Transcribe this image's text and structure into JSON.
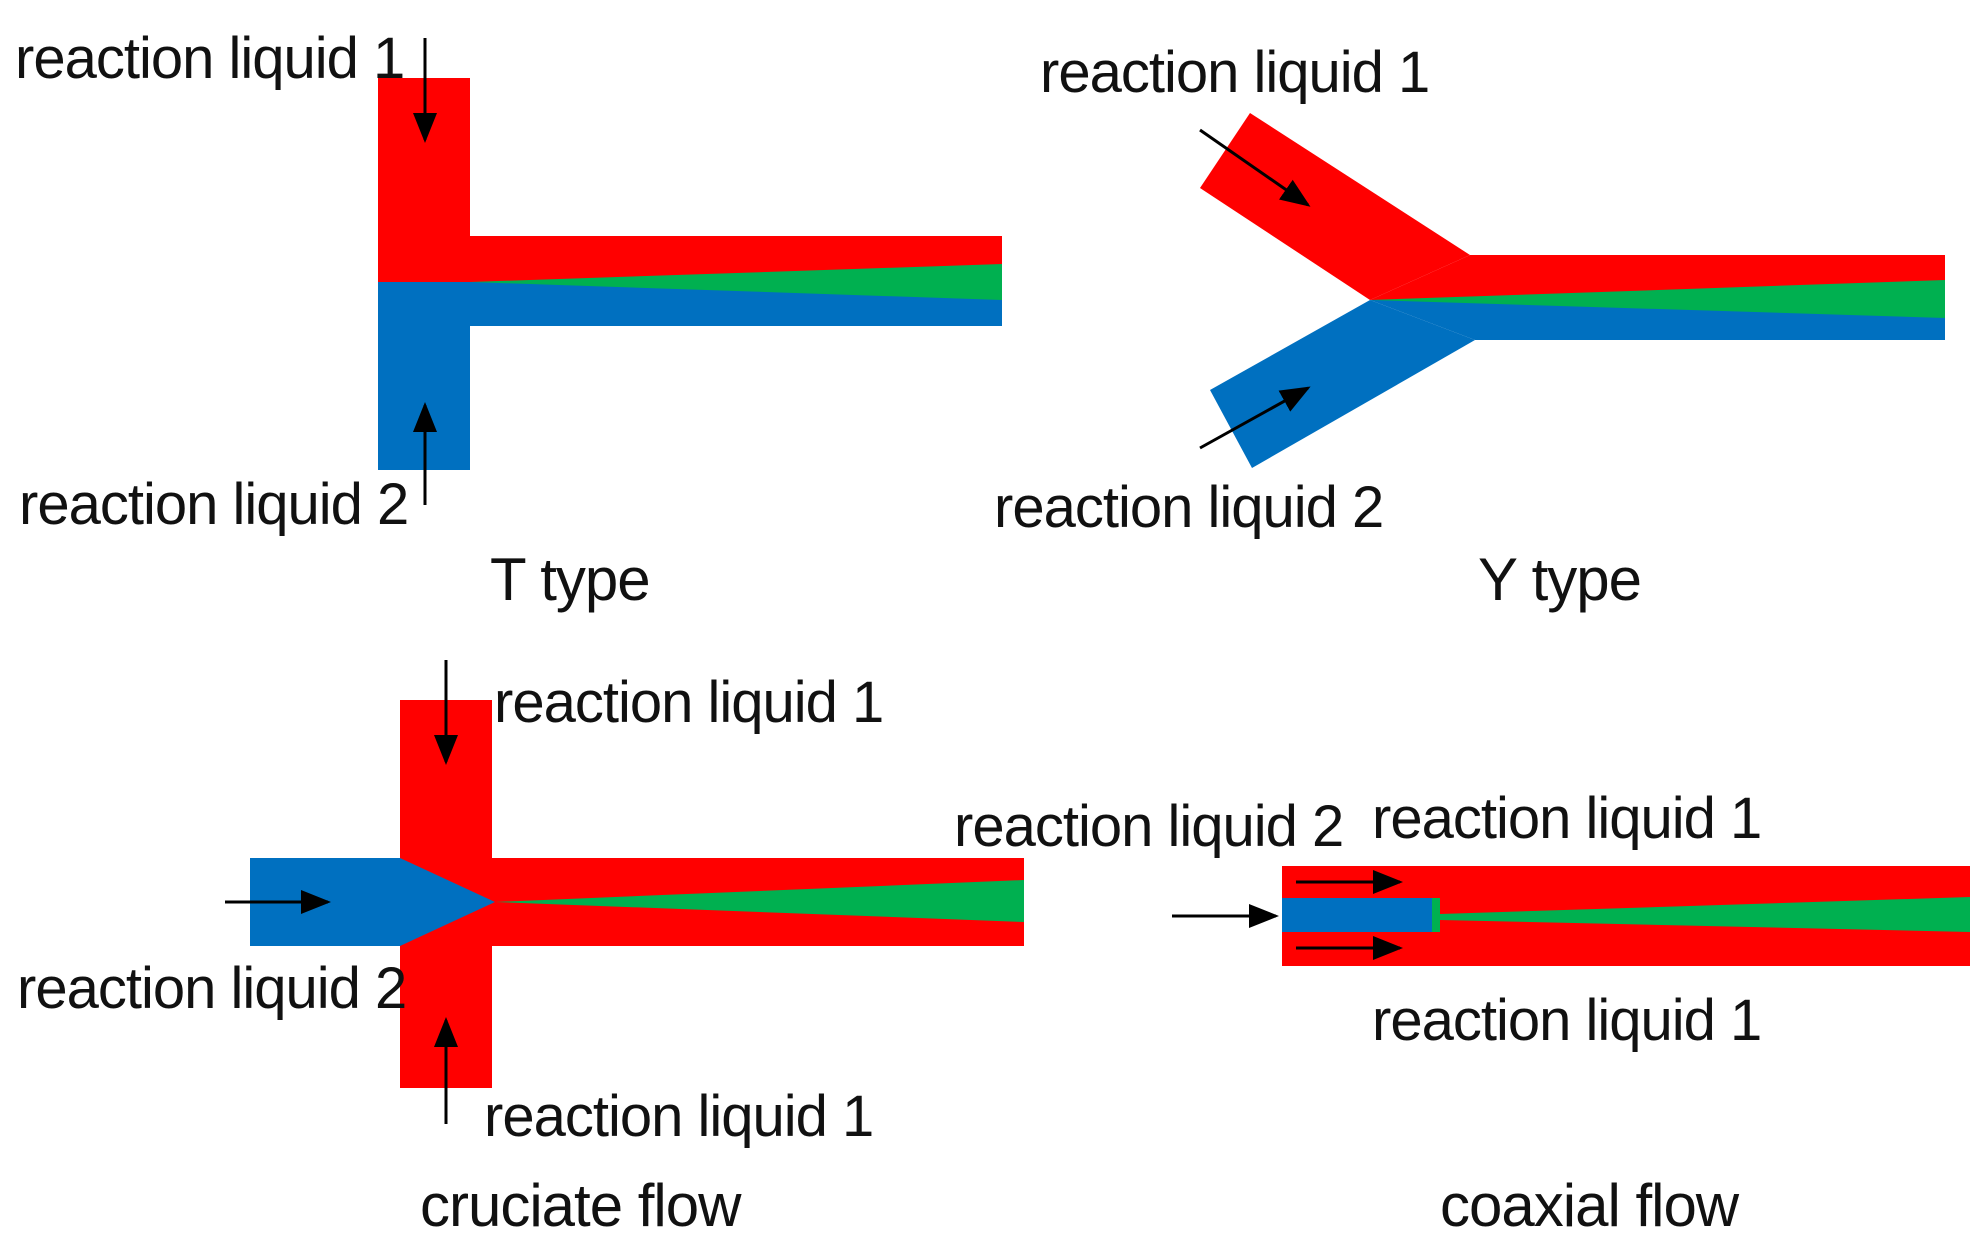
{
  "colors": {
    "liquid1": "#ff0000",
    "liquid2": "#0070c0",
    "mixed": "#00b050",
    "arrow": "#000000",
    "text": "#111111",
    "background": "#ffffff"
  },
  "panels": {
    "t_type": {
      "caption": "T type",
      "top_label": "reaction liquid 1",
      "bottom_label": "reaction liquid 2"
    },
    "y_type": {
      "caption": "Y type",
      "top_label": "reaction liquid 1",
      "bottom_label": "reaction liquid 2"
    },
    "cruciate": {
      "caption": "cruciate flow",
      "top_label": "reaction liquid 1",
      "left_label": "reaction liquid 2",
      "bottom_label": "reaction liquid 1"
    },
    "coaxial": {
      "caption": "coaxial flow",
      "inner_label": "reaction liquid 2",
      "top_label": "reaction liquid 1",
      "bottom_label": "reaction liquid 1"
    }
  }
}
